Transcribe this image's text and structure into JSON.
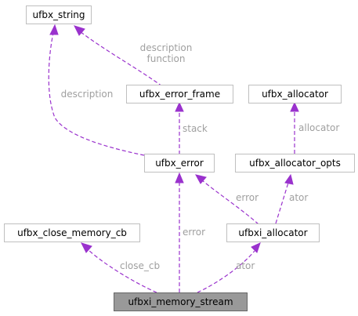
{
  "colors": {
    "edge": "#9a32cd",
    "node_border": "#bfbfbf",
    "focus_fill": "#999999",
    "label_text": "#9f9f9f"
  },
  "nodes": {
    "ufbx_string": "ufbx_string",
    "ufbx_error_frame": "ufbx_error_frame",
    "ufbx_allocator": "ufbx_allocator",
    "ufbx_error": "ufbx_error",
    "ufbx_allocator_opts": "ufbx_allocator_opts",
    "ufbx_close_memory_cb": "ufbx_close_memory_cb",
    "ufbxi_allocator": "ufbxi_allocator",
    "ufbxi_memory_stream": "ufbxi_memory_stream"
  },
  "edge_labels": {
    "frame_to_string_1": "description",
    "frame_to_string_2": "function",
    "error_to_string": "description",
    "error_to_frame": "stack",
    "opts_to_allocator": "allocator",
    "ialloc_to_error": "error",
    "ialloc_to_opts": "ator",
    "stream_to_error": "error",
    "stream_to_close": "close_cb",
    "stream_to_ialloc": "ator"
  }
}
